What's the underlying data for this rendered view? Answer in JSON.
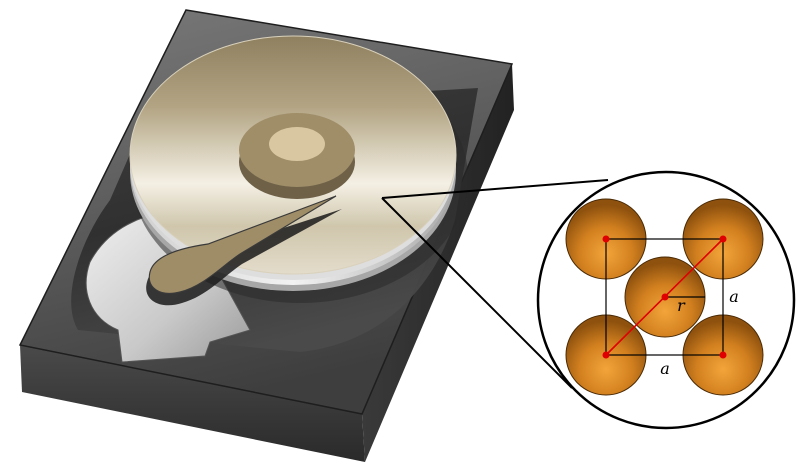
{
  "diagram": {
    "subject": "hard-disk-drive",
    "inset": {
      "lattice": "body-centered-cubic",
      "labels": {
        "radius": "r",
        "side_vertical": "a",
        "side_horizontal": "a"
      }
    }
  },
  "colors": {
    "case_top": "#555555",
    "case_side": "#2b2b2b",
    "platter_top": "#9a8b66",
    "platter_bottom": "#f3efe4",
    "hub": "#a08e68",
    "hub_center": "#d8c7a0",
    "actuator_arm": "#9f8d67",
    "atom_core": "#e9952d",
    "atom_edge": "#9c5a10",
    "lattice_point": "#e00000",
    "diagonal": "#e00000"
  }
}
